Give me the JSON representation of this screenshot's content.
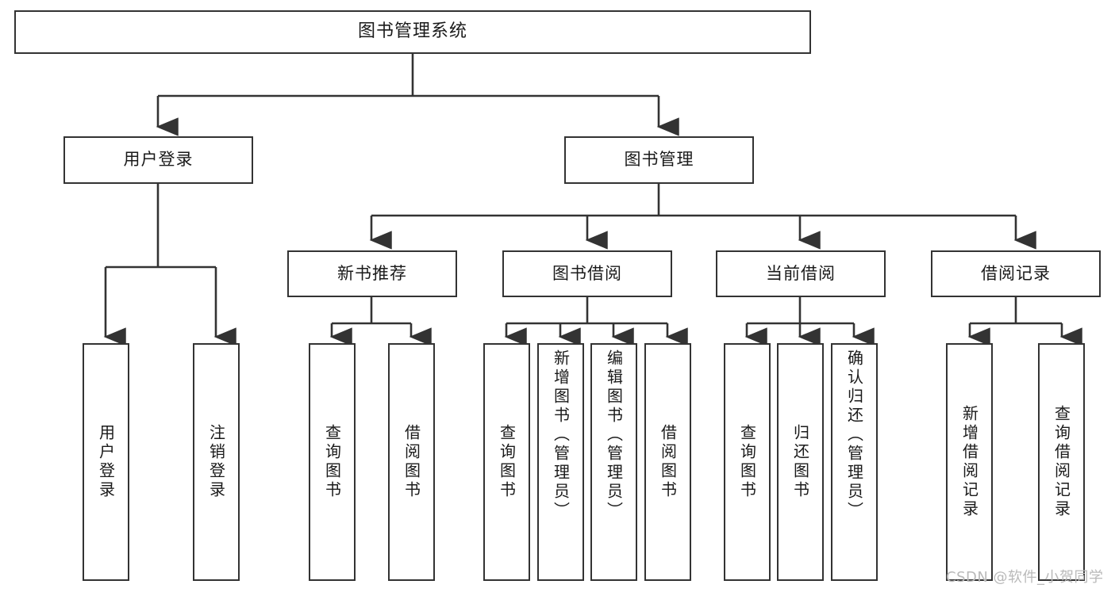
{
  "diagram": {
    "title": "图书管理系统",
    "type": "tree",
    "orientation": "top-down",
    "colors": {
      "box_border": "#333333",
      "box_fill": "#ffffff",
      "connector": "#333333",
      "text": "#1a1a1a",
      "watermark": "#b9b9b9",
      "background": "#ffffff"
    }
  },
  "root": {
    "label": "图书管理系统"
  },
  "level2": [
    {
      "id": "user-login",
      "label": "用户登录"
    },
    {
      "id": "book-management",
      "label": "图书管理"
    }
  ],
  "level3": [
    {
      "id": "new-book-recommend",
      "label": "新书推荐",
      "parent": "book-management"
    },
    {
      "id": "book-borrow",
      "label": "图书借阅",
      "parent": "book-management"
    },
    {
      "id": "current-borrow",
      "label": "当前借阅",
      "parent": "book-management"
    },
    {
      "id": "borrow-record",
      "label": "借阅记录",
      "parent": "book-management"
    }
  ],
  "leaves": {
    "user_login": [
      {
        "id": "leaf-user-login",
        "label": "用户登录"
      },
      {
        "id": "leaf-logout-login",
        "label": "注销登录"
      }
    ],
    "new_book_recommend": [
      {
        "id": "leaf-query-book-1",
        "label": "查询图书"
      },
      {
        "id": "leaf-borrow-book-1",
        "label": "借阅图书"
      }
    ],
    "book_borrow": [
      {
        "id": "leaf-query-book-2",
        "label": "查询图书"
      },
      {
        "id": "leaf-add-book",
        "label": "新增图书（管理员）"
      },
      {
        "id": "leaf-edit-book",
        "label": "编辑图书（管理员）"
      },
      {
        "id": "leaf-borrow-book-2",
        "label": "借阅图书"
      }
    ],
    "current_borrow": [
      {
        "id": "leaf-query-book-3",
        "label": "查询图书"
      },
      {
        "id": "leaf-return-book",
        "label": "归还图书"
      },
      {
        "id": "leaf-confirm-return",
        "label": "确认归还（管理员）"
      }
    ],
    "borrow_record": [
      {
        "id": "leaf-add-record",
        "label": "新增借阅记录"
      },
      {
        "id": "leaf-query-record",
        "label": "查询借阅记录"
      }
    ]
  },
  "watermark": {
    "text": "CSDN @软件_小贺同学"
  }
}
